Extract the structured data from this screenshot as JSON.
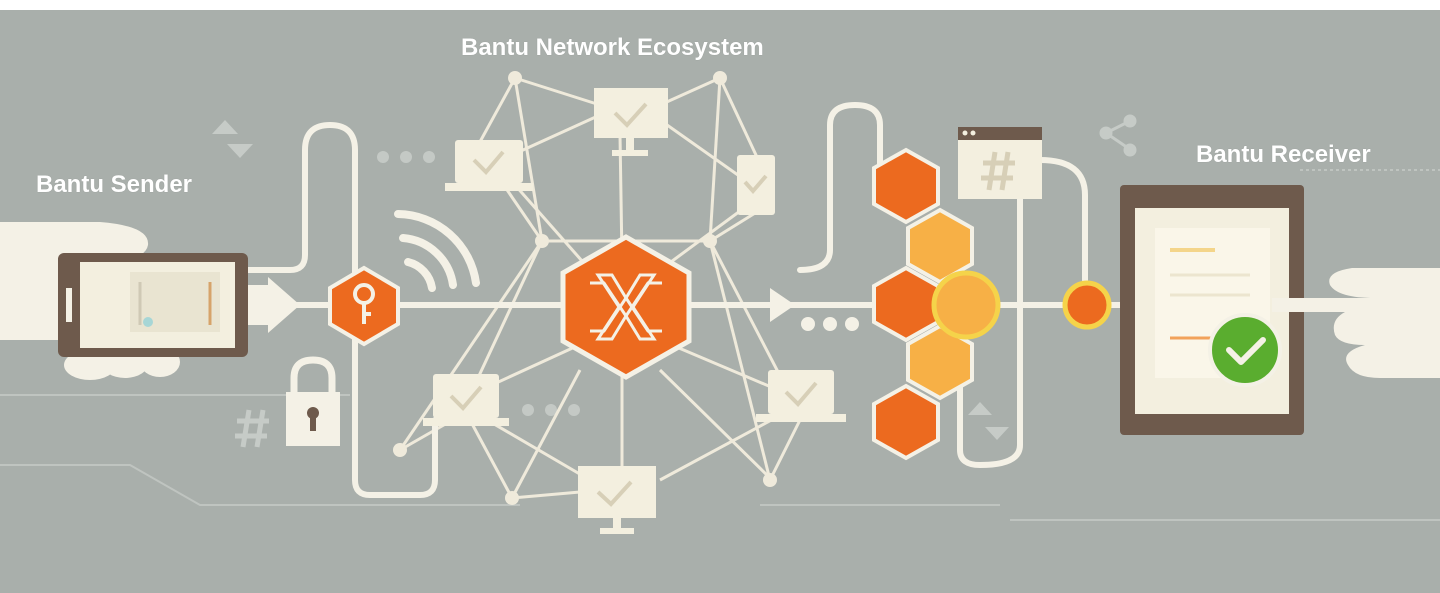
{
  "labels": {
    "ecosystem": "Bantu Network Ecosystem",
    "sender": "Bantu Sender",
    "receiver": "Bantu Receiver"
  },
  "colors": {
    "background": "#a9afab",
    "line": "#f4f1e6",
    "cream": "#f3efdf",
    "orange": "#ec6a1f",
    "orange_light": "#f7b046",
    "device_frame": "#6e5a4c",
    "check_green": "#5aad2f",
    "faint": "#c2c7c3"
  },
  "icons": [
    "x-logo-icon",
    "key-icon",
    "wifi-icon",
    "padlock-icon",
    "hash-icon",
    "share-icon",
    "checkmark-icon",
    "phone-icon",
    "tablet-icon",
    "hand-icon",
    "laptop-icon",
    "monitor-icon"
  ]
}
